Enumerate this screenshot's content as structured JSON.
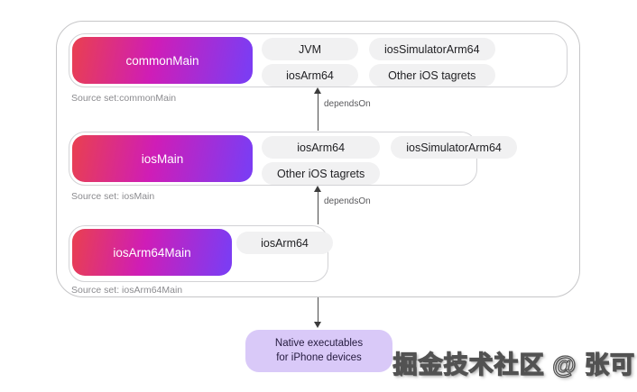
{
  "cards": [
    {
      "pill": "commonMain",
      "caption": "Source set:commonMain",
      "chip_rows": [
        [
          "JVM",
          "iosSimulatorArm64"
        ],
        [
          "iosArm64",
          "Other iOS tagrets"
        ]
      ]
    },
    {
      "pill": "iosMain",
      "caption": "Source set: iosMain",
      "chip_rows": [
        [
          "iosArm64",
          "iosSimulatorArm64"
        ],
        [
          "Other iOS tagrets"
        ]
      ]
    },
    {
      "pill": "iosArm64Main",
      "caption": "Source set: iosArm64Main",
      "chip_rows": [
        [
          "iosArm64"
        ]
      ]
    }
  ],
  "arrows": {
    "labels": [
      "dependsOn",
      "dependsOn"
    ]
  },
  "output_box": {
    "line1": "Native executables",
    "line2": "for iPhone devices"
  },
  "watermark": "掘金技术社区 @ 张可",
  "colors": {
    "pill_gradient_start": "#e9404f",
    "pill_gradient_mid": "#cf1db7",
    "pill_gradient_end": "#7d3cf2",
    "chip_bg": "#f1f1f2",
    "chip_text": "#212124",
    "card_border": "#d2d2d5",
    "outer_border": "#c6c6c8",
    "caption_text": "#8b8b8f",
    "arrow": "#4b4b4b",
    "output_box_bg": "#d9c9f8",
    "output_box_text": "#241a3e"
  }
}
